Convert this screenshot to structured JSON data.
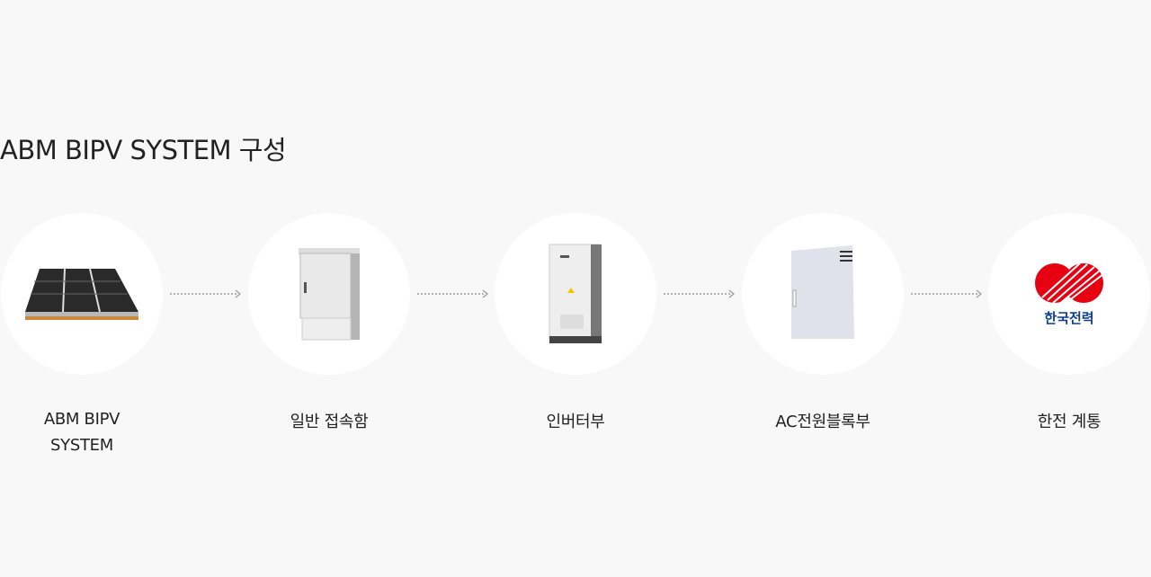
{
  "section_title": "ABM BIPV SYSTEM 구성",
  "steps": [
    {
      "label_line1": "ABM BIPV",
      "label_line2": "SYSTEM",
      "icon": "solar-panel-icon"
    },
    {
      "label": "일반 접속함",
      "icon": "junction-box-icon"
    },
    {
      "label": "인버터부",
      "icon": "inverter-icon"
    },
    {
      "label": "AC전원블록부",
      "icon": "ac-power-block-icon"
    },
    {
      "label": "한전 계통",
      "icon": "kepco-logo",
      "logo_text": "한국전력"
    }
  ],
  "colors": {
    "background": "#f8f8f8",
    "kepco_red": "#e60012",
    "kepco_blue": "#0b3e91"
  }
}
